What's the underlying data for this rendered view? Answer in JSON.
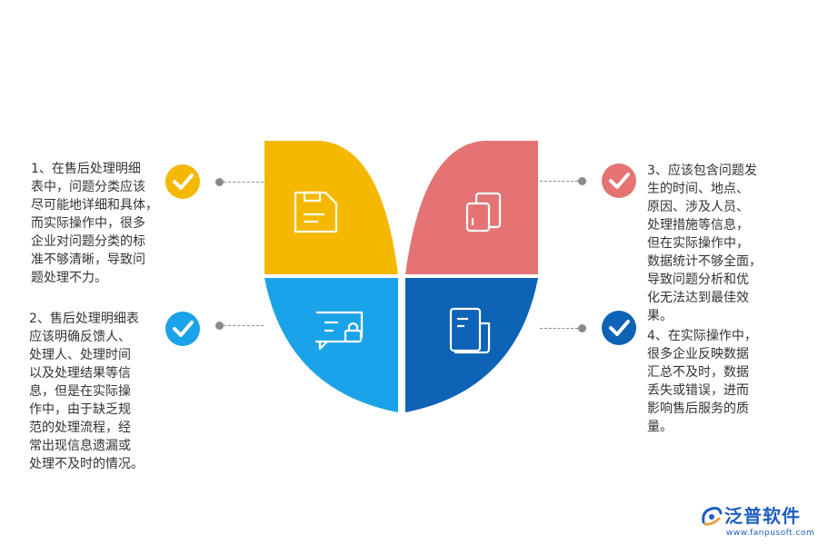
{
  "items": [
    {
      "text": "1、在售后处理明细\n表中，问题分类应该\n尽可能地详细和具体，\n而实际操作中，很多\n企业对问题分类的标\n准不够清晰，导致问\n题处理不力。",
      "color": "#f5b800"
    },
    {
      "text": "2、售后处理明细表\n应该明确反馈人、\n处理人、处理时间\n以及处理结果等信\n息，但是在实际操\n作中，由于缺乏规\n范的处理流程，经\n常出现信息遗漏或\n处理不及时的情况。",
      "color": "#1aa3e8"
    },
    {
      "text": "3、应该包含问题发\n生的时间、地点、\n原因、涉及人员、\n处理措施等信息，\n但在实际操作中，\n数据统计不够全面，\n导致问题分析和优\n化无法达到最佳效\n果。",
      "color": "#e57373"
    },
    {
      "text": "4、在实际操作中，\n很多企业反映数据\n汇总不及时，数据\n丢失或错误，进而\n影响售后服务的质\n量。",
      "color": "#0d63b5"
    }
  ],
  "quadrants": [
    {
      "icon": "save-icon",
      "color": "#f5b800"
    },
    {
      "icon": "documents-icon",
      "color": "#e57373"
    },
    {
      "icon": "message-lock-icon",
      "color": "#1aa3e8"
    },
    {
      "icon": "file-icon",
      "color": "#0d63b5"
    }
  ],
  "brand": {
    "name": "泛普软件",
    "url": "www.fanpusoft.com",
    "color": "#1f5fbf"
  }
}
